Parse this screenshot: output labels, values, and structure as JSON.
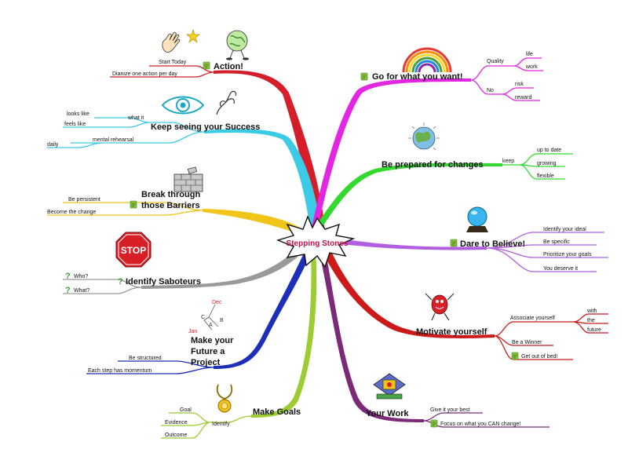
{
  "center": {
    "label": "Stepping Stones"
  },
  "colors": {
    "action": "#d41f2a",
    "success": "#3ccbe6",
    "barriers": "#f0c419",
    "saboteurs": "#9a9a9a",
    "project": "#1d2fb8",
    "goals": "#9ccc32",
    "work": "#7b2a78",
    "motivate": "#cc1a1a",
    "believe": "#b15ee0",
    "changes": "#33d92f",
    "want": "#e226e2"
  },
  "branches": {
    "action": {
      "title": "Action!",
      "children": [
        "Start Today",
        "Dianize one action per day"
      ]
    },
    "success": {
      "title": "Keep seeing your Success",
      "children": [
        "what it",
        "looks like",
        "feels like",
        "mental rehearsal",
        "daily"
      ]
    },
    "barriers": {
      "title1": "Break through",
      "title2": "those Barriers",
      "children": [
        "Be persistent",
        "Become the change"
      ]
    },
    "saboteurs": {
      "title": "Identify Saboteurs",
      "children": [
        "Who?",
        "What?"
      ]
    },
    "project": {
      "title1": "Make your",
      "title2": "Future a",
      "title3": "Project",
      "children": [
        "Be structured",
        "Each step has momentum"
      ],
      "sketch": [
        "Dec",
        "C",
        "B",
        "A",
        "Jan"
      ]
    },
    "goals": {
      "title": "Make Goals",
      "children": [
        "Identify",
        "Goal",
        "Evidence",
        "Outcome"
      ]
    },
    "work": {
      "title": "Your Work",
      "children": [
        "Give it your best",
        "Focus on what you CAN change!"
      ]
    },
    "motivate": {
      "title": "Motivate yourself",
      "children": [
        "Associate yourself",
        "with",
        "the",
        "future",
        "Be a Winner",
        "Get out of bed!"
      ]
    },
    "believe": {
      "title": "Dare to Believe!",
      "children": [
        "Identify your ideal",
        "Be specific",
        "Prioritize your goals",
        "You deserve it"
      ]
    },
    "changes": {
      "title": "Be prepared for changes",
      "children": [
        "keep",
        "up to date",
        "growing",
        "flexible"
      ]
    },
    "want": {
      "title": "Go for what you want!",
      "children": [
        "Quality",
        "life",
        "work",
        "No",
        "risk",
        "reward"
      ]
    }
  },
  "icons": {
    "hand": "waving-hand-icon",
    "star": "star-icon",
    "globe": "walking-globe-icon",
    "eye": "eye-icon",
    "hook": "grappling-hook-icon",
    "wall": "brick-wall-icon",
    "stop": "stop-sign-icon",
    "stop_text": "STOP",
    "medal": "medal-icon",
    "kite": "kite-icon",
    "runner": "running-figure-icon",
    "crystal": "crystal-ball-icon",
    "earth": "earth-icon",
    "rainbow": "rainbow-icon",
    "note": "note-icon",
    "question": "question-icon"
  }
}
